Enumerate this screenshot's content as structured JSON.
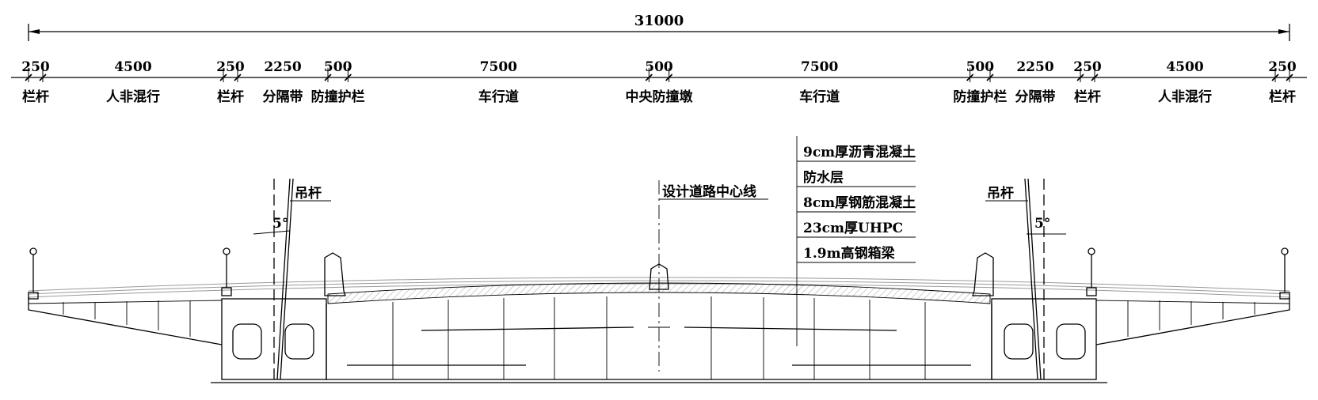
{
  "total_width": "31000",
  "segments": [
    {
      "dim": "250",
      "label": "栏杆"
    },
    {
      "dim": "4500",
      "label": "人非混行"
    },
    {
      "dim": "250",
      "label": "栏杆"
    },
    {
      "dim": "2250",
      "label": "分隔带"
    },
    {
      "dim": "500",
      "label": "防撞护栏"
    },
    {
      "dim": "7500",
      "label": "车行道"
    },
    {
      "dim": "500",
      "label": "中央防撞墩"
    },
    {
      "dim": "7500",
      "label": "车行道"
    },
    {
      "dim": "500",
      "label": "防撞护栏"
    },
    {
      "dim": "2250",
      "label": "分隔带"
    },
    {
      "dim": "250",
      "label": "栏杆"
    },
    {
      "dim": "4500",
      "label": "人非混行"
    },
    {
      "dim": "250",
      "label": "栏杆"
    }
  ],
  "annotations": {
    "hanger_left": "吊杆",
    "hanger_right": "吊杆",
    "angle_left": "5°",
    "angle_right": "5°",
    "centerline": "设计道路中心线"
  },
  "layers": [
    "9cm厚沥青混凝土",
    "防水层",
    "8cm厚钢筋混凝土",
    "23cm厚UHPC",
    "1.9m高钢箱梁"
  ]
}
